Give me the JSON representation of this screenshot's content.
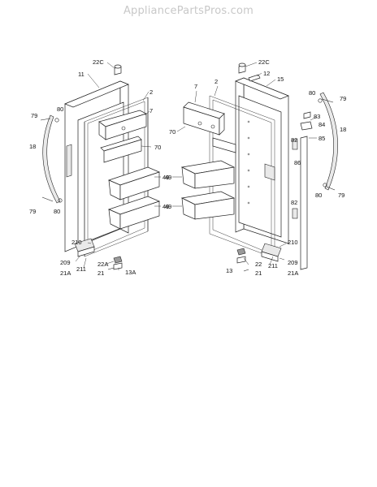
{
  "watermark": "AppliancePartsPros.com",
  "callouts": {
    "left": {
      "hinge_cover_top": "22C",
      "door": "11",
      "gasket": "2",
      "shelf_upper": "7",
      "shelf_mid": "70",
      "bins": "49",
      "bins_lower": "49",
      "screw_top": "80",
      "washer_top": "79",
      "handle": "18",
      "washer_bottom": "79",
      "screw_bottom": "80",
      "hinge_bottom": "210",
      "bracket": "209",
      "screw_a": "211",
      "screw_b": "21A",
      "hinge_cover": "22A",
      "pin": "21",
      "cam": "13A"
    },
    "right": {
      "hinge_cover_top": "22C",
      "plug": "12",
      "door": "15",
      "gasket": "2",
      "shelf_upper": "7",
      "shelf_mid": "70",
      "bins": "49",
      "bins_lower": "49",
      "screw_top": "80",
      "washer_top": "79",
      "clip": "83",
      "clip_b": "84",
      "handle": "18",
      "trim": "85",
      "strip": "86",
      "plug_a": "82",
      "plug_b": "82",
      "screw_bottom": "80",
      "washer_bottom": "79",
      "hinge_bottom": "210",
      "bracket": "209",
      "screw_a": "211",
      "screw_b": "21A",
      "hinge_cover": "22",
      "cam": "13",
      "pin": "21"
    }
  }
}
